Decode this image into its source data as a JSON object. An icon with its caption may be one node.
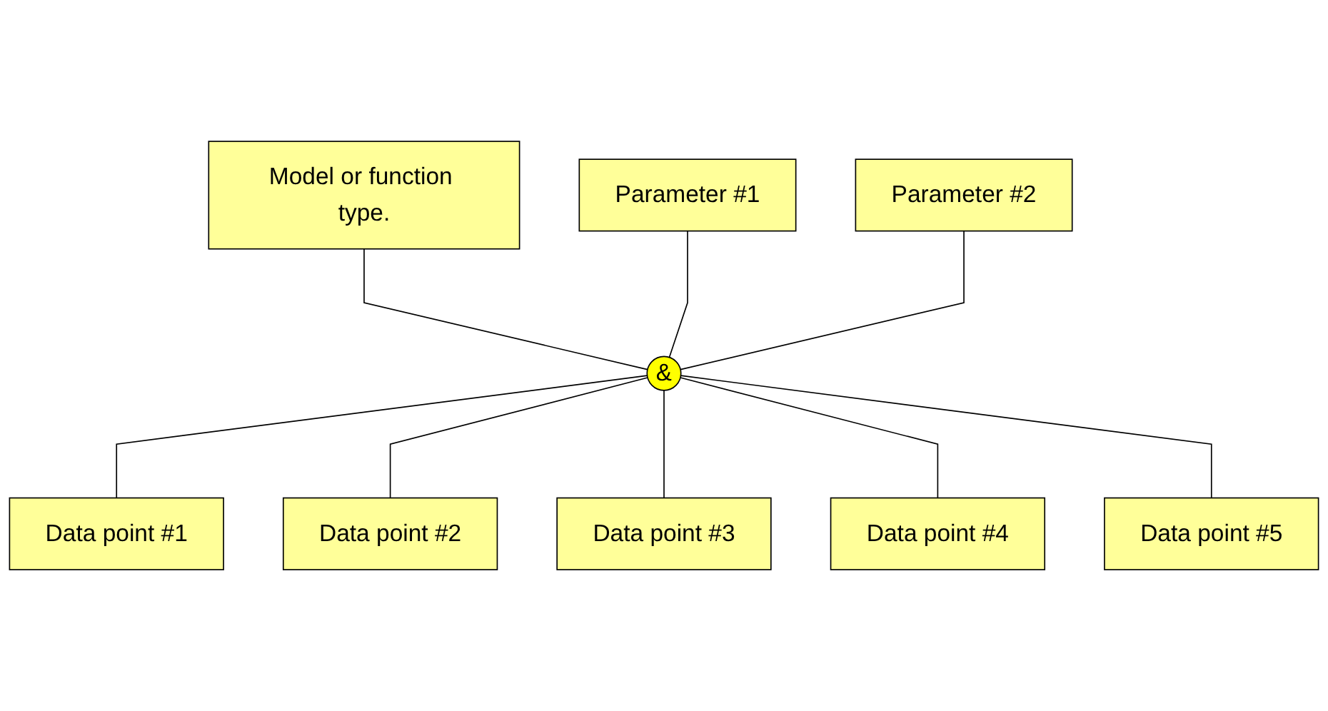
{
  "diagram": {
    "nodes": [
      {
        "text": [
          "Model or function type."
        ]
      },
      {
        "text": [
          "Parameter #1"
        ]
      },
      {
        "text": [
          "Parameter #2"
        ]
      },
      {
        "text": [
          "&"
        ]
      },
      {
        "text": [
          "Data point #1"
        ]
      },
      {
        "text": [
          "Data point #2"
        ]
      },
      {
        "text": [
          "Data point #3"
        ]
      },
      {
        "text": [
          "Data point #4"
        ]
      },
      {
        "text": [
          "Data point #5"
        ]
      }
    ],
    "edges": [
      {
        "from": 0,
        "to": 3,
        "arrow": "none"
      },
      {
        "from": 1,
        "to": 3,
        "arrow": "none"
      },
      {
        "from": 2,
        "to": 3,
        "arrow": "none"
      },
      {
        "from": 3,
        "to": 4,
        "arrow": "none"
      },
      {
        "from": 3,
        "to": 5,
        "arrow": "none"
      },
      {
        "from": 3,
        "to": 6,
        "arrow": "none"
      },
      {
        "from": 3,
        "to": 7,
        "arrow": "none"
      },
      {
        "from": 3,
        "to": 8,
        "arrow": "none"
      }
    ]
  }
}
